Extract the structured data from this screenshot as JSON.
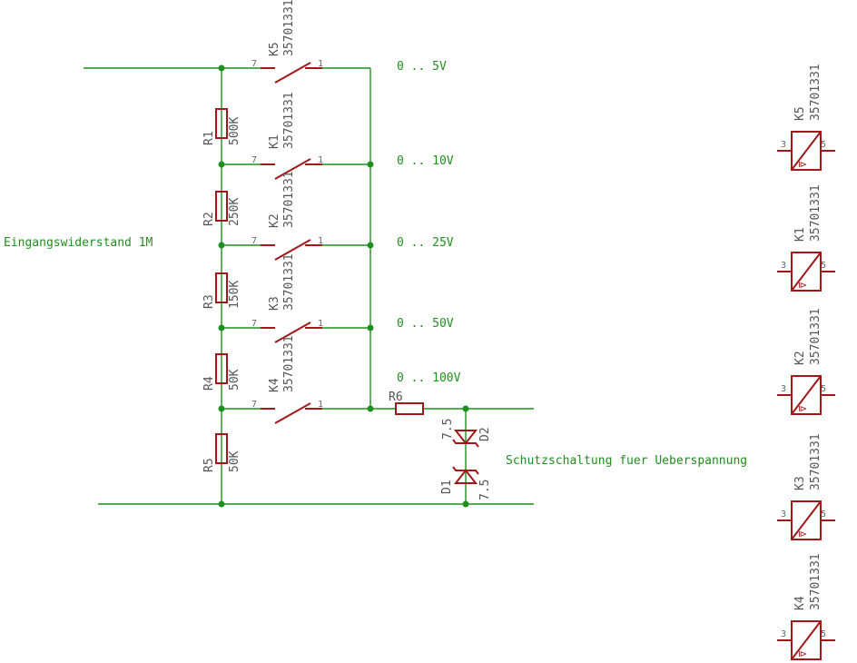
{
  "input_label": "Eingangswiderstand 1M",
  "protection_label": "Schutzschaltung fuer Ueberspannung",
  "ranges": [
    "0 .. 5V",
    "0 .. 10V",
    "0 .. 25V",
    "0 .. 50V",
    "0 .. 100V"
  ],
  "resistors": [
    {
      "name": "R1",
      "value": "500K"
    },
    {
      "name": "R2",
      "value": "250K"
    },
    {
      "name": "R3",
      "value": "150K"
    },
    {
      "name": "R4",
      "value": "50K"
    },
    {
      "name": "R5",
      "value": "50K"
    }
  ],
  "series_resistor": {
    "name": "R6"
  },
  "diodes": [
    {
      "name": "D2",
      "value": "7.5"
    },
    {
      "name": "D1",
      "value": "7.5"
    }
  ],
  "relay_part": "35701331",
  "contacts": [
    {
      "name": "K5",
      "pin_a": "7",
      "pin_b": "1"
    },
    {
      "name": "K1",
      "pin_a": "7",
      "pin_b": "1"
    },
    {
      "name": "K2",
      "pin_a": "7",
      "pin_b": "1"
    },
    {
      "name": "K3",
      "pin_a": "7",
      "pin_b": "1"
    },
    {
      "name": "K4",
      "pin_a": "7",
      "pin_b": "1"
    }
  ],
  "coils": [
    {
      "name": "K5",
      "pin_a": "3",
      "pin_b": "5"
    },
    {
      "name": "K1",
      "pin_a": "3",
      "pin_b": "5"
    },
    {
      "name": "K2",
      "pin_a": "3",
      "pin_b": "5"
    },
    {
      "name": "K3",
      "pin_a": "3",
      "pin_b": "5"
    },
    {
      "name": "K4",
      "pin_a": "3",
      "pin_b": "5"
    }
  ],
  "colors": {
    "wire": "#1f8f1f",
    "part": "#a01818",
    "label": "#555555"
  }
}
